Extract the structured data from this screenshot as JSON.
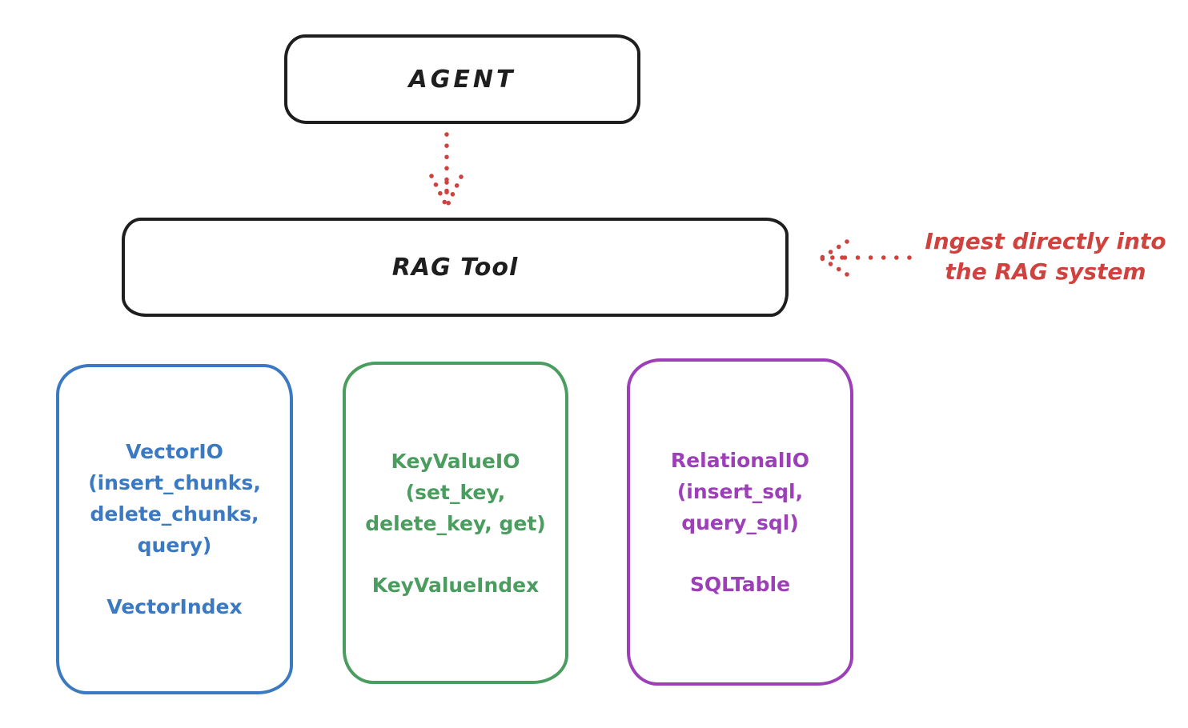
{
  "colors": {
    "ink": "#1e1e1e",
    "red": "#cf423e",
    "blue": "#3b79c2",
    "green": "#4a9d5e",
    "purple": "#9c3fb8",
    "background": "#ffffff"
  },
  "nodes": {
    "agent": {
      "label": "AGENT"
    },
    "rag_tool": {
      "label": "RAG Tool"
    }
  },
  "annotation": {
    "line1": "Ingest directly into",
    "line2": "the RAG system",
    "color": "#cf423e"
  },
  "arrows": [
    {
      "name": "agent-to-rag-tool",
      "style": "dotted",
      "color": "#cf423e",
      "direction": "down"
    },
    {
      "name": "ingest-into-rag-tool",
      "style": "dotted",
      "color": "#cf423e",
      "direction": "left"
    }
  ],
  "stores": [
    {
      "io_lines": [
        "VectorIO",
        "(insert_chunks,",
        "delete_chunks,",
        "query)"
      ],
      "index_label": "VectorIndex",
      "color": "#3b79c2"
    },
    {
      "io_lines": [
        "KeyValueIO",
        "(set_key,",
        "delete_key, get)"
      ],
      "index_label": "KeyValueIndex",
      "color": "#4a9d5e"
    },
    {
      "io_lines": [
        "RelationalIO",
        "(insert_sql,",
        "query_sql)"
      ],
      "index_label": "SQLTable",
      "color": "#9c3fb8"
    }
  ]
}
